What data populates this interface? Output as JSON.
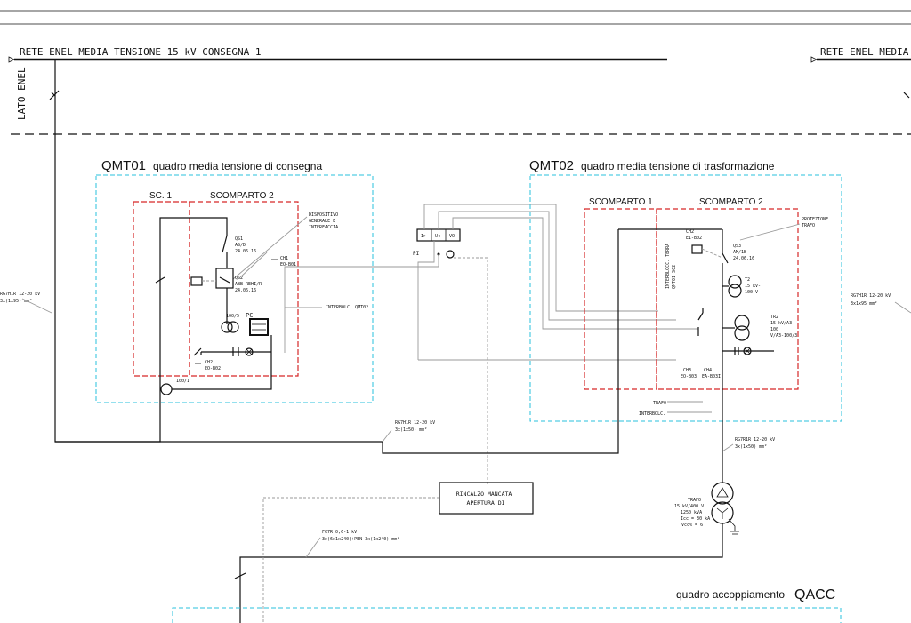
{
  "diagram": {
    "network_left": "RETE ENEL MEDIA TENSIONE 15 kV CONSEGNA 1",
    "network_right": "RETE ENEL MEDIA",
    "side_enel": "LATO ENEL",
    "qmt01": {
      "code": "QMT01",
      "desc": "quadro media tensione di consegna",
      "sc1": "SC. 1",
      "sc2": "SCOMPARTO 2",
      "dispositivo": [
        "DISPOSITIVO",
        "GENERALE E",
        "INTERFACCIA"
      ],
      "qs1": [
        "QS1",
        "AS/D",
        "24.06.16"
      ],
      "qs2": [
        "QS2",
        "ABB REHI/R",
        "24.06.16"
      ],
      "ch1": [
        "CH1",
        "EO-B01"
      ],
      "ch2": [
        "CH2",
        "EO-B02"
      ],
      "tv": "100/5",
      "pc": "PC",
      "ip": "100/1",
      "interblocco": "INTERBOLC. QMT02"
    },
    "qmt02": {
      "code": "QMT02",
      "desc": "quadro media tensione di trasformazione",
      "sc1": "SCOMPARTO 1",
      "sc2": "SCOMPARTO 2",
      "protezione": [
        "PROTEZIONE",
        "TRAFO"
      ],
      "ch2": [
        "CH2",
        "EI-B02"
      ],
      "qs3": [
        "QS3",
        "AM/1B",
        "24.06.16"
      ],
      "interblocco": [
        "INTERBLOCC. TERRA",
        "QMT01 SC2"
      ],
      "t2": [
        "T2",
        "15 kV-",
        "100 V"
      ],
      "tr2": [
        "TR2",
        "15 kV/A3",
        "100",
        "V/A3-100/3"
      ],
      "ch3": [
        "CH3",
        "EO-B03"
      ],
      "ch4": [
        "CH4",
        "EA-B03I"
      ],
      "trafo": "TRAFO",
      "interbolc": "INTERBOLC."
    },
    "pi": {
      "label": "PI",
      "cells": [
        "I>",
        "U<",
        "VO"
      ]
    },
    "cables": {
      "left": [
        "RG7H1R 12-20 kV",
        "3x(1x95) mm²"
      ],
      "right": [
        "RG7H1R 12-20 kV",
        "3x1x95 mm²"
      ],
      "mid": [
        "RG7H1R 12-20 kV",
        "3x(1x50) mm²"
      ],
      "trafo": [
        "RG7R1R 12-20 kV",
        "3x(1x50) mm²"
      ],
      "lv": [
        "FG7R 0,6-1 kV",
        "3x(6x1x240)+PEN 3x(1x240) mm²"
      ]
    },
    "rincalzo": [
      "RINCALZO MANCATA",
      "APERTURA DI"
    ],
    "trafo_main": [
      "TRAFO",
      "15 kV/400 V",
      "1250 kVA",
      "Icc = 30 kA",
      "Vcc% = 6"
    ],
    "qacc": {
      "desc": "quadro accoppiamento",
      "code": "QACC"
    }
  }
}
